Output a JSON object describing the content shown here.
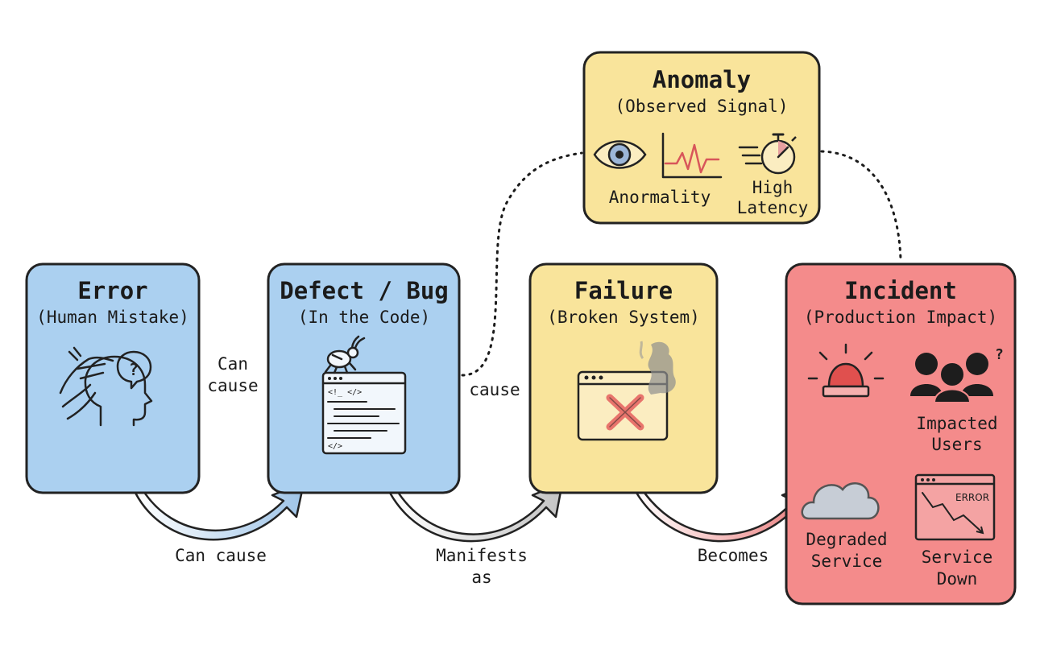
{
  "nodes": {
    "error": {
      "title": "Error",
      "subtitle": "(Human Mistake)",
      "color": "#abd0f0"
    },
    "defect": {
      "title": "Defect / Bug",
      "subtitle": "(In the Code)",
      "color": "#abd0f0"
    },
    "failure": {
      "title": "Failure",
      "subtitle": "(Broken System)",
      "color": "#f9e49b"
    },
    "incident": {
      "title": "Incident",
      "subtitle": "(Production Impact)",
      "color": "#f48b8b",
      "items": {
        "users": [
          "Impacted",
          "Users"
        ],
        "degraded": [
          "Degraded",
          "Service"
        ],
        "down": [
          "Service",
          "Down"
        ],
        "error_tag": "ERROR"
      }
    },
    "anomaly": {
      "title": "Anomaly",
      "subtitle": "(Observed Signal)",
      "color": "#f9e49b",
      "items": {
        "abnormality": "Anormality",
        "latency": [
          "High",
          "Latency"
        ]
      }
    }
  },
  "edges": {
    "error_defect_top": [
      "Can",
      "cause"
    ],
    "error_defect_bottom": "Can cause",
    "defect_failure_top": "cause",
    "defect_failure_bottom": [
      "Manifests",
      "as"
    ],
    "failure_incident": "Becomes"
  },
  "icons": [
    "thinking-head-icon",
    "bug-icon",
    "code-window-icon",
    "broken-window-icon",
    "smoke-icon",
    "eye-icon",
    "pulse-chart-icon",
    "stopwatch-icon",
    "siren-icon",
    "users-icon",
    "cloud-icon",
    "error-chart-icon"
  ],
  "colors": {
    "arrow_blue": "#9ec4e8",
    "arrow_gray": "#c8c8c8",
    "arrow_red": "#ea7a7a",
    "x_mark": "#e8746c"
  }
}
